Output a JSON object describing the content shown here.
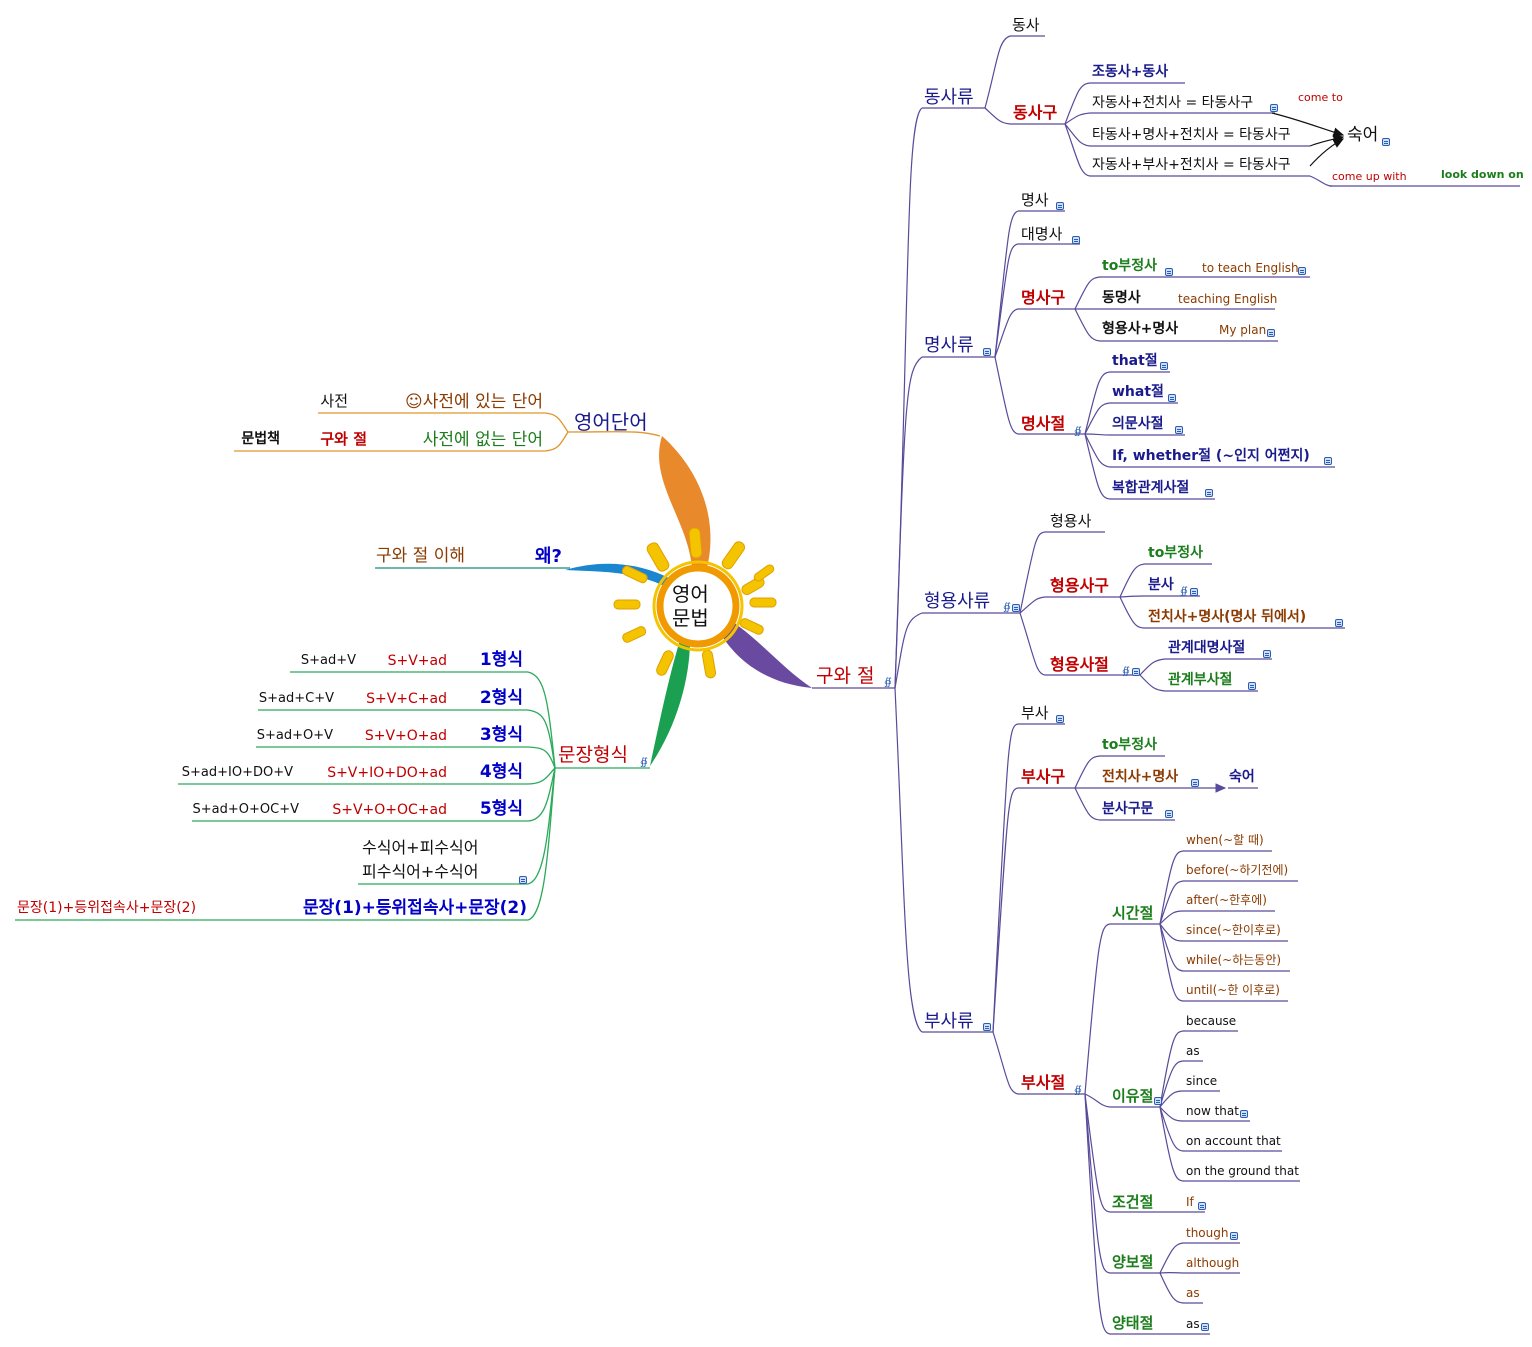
{
  "colors": {
    "navy": "#1a1a8c",
    "red": "#c00000",
    "green": "#1b7d1b",
    "brown": "#8b3a00",
    "black": "#111111",
    "blue": "#0000c8",
    "line_purple": "#5a4a9a",
    "line_orange": "#e0962a",
    "line_teal": "#1a8a7a",
    "line_green": "#2aaa5a",
    "petal_orange": "#e8892b",
    "petal_blue": "#1a86d0",
    "petal_purple": "#6a4aa0",
    "petal_green": "#1aa050",
    "sun_yellow": "#f5c400",
    "sun_orange": "#f09a00"
  },
  "center": {
    "line1": "영어",
    "line2": "문법"
  },
  "left": {
    "words": {
      "title": "영어단어",
      "in_dict": "☺사전에 있는 단어",
      "in_dict_leaf": "사전",
      "not_in_dict": "사전에 없는 단어",
      "phrase_clause": "구와 절",
      "grammar_book": "문법책"
    },
    "why": {
      "title": "왜?",
      "leaf": "구와 절 이해"
    },
    "forms": {
      "title": "문장형식",
      "items": [
        {
          "label": "1형식",
          "pattern": "S+V+ad",
          "alt": "S+ad+V"
        },
        {
          "label": "2형식",
          "pattern": "S+V+C+ad",
          "alt": "S+ad+C+V"
        },
        {
          "label": "3형식",
          "pattern": "S+V+O+ad",
          "alt": "S+ad+O+V"
        },
        {
          "label": "4형식",
          "pattern": "S+V+IO+DO+ad",
          "alt": "S+ad+IO+DO+V"
        },
        {
          "label": "5형식",
          "pattern": "S+V+O+OC+ad",
          "alt": "S+ad+O+OC+V"
        }
      ],
      "modifier1": "수식어+피수식어",
      "modifier2": "피수식어+수식어",
      "compound": "문장(1)+등위접속사+문장(2)",
      "compound_leaf": "문장(1)+등위접속사+문장(2)"
    }
  },
  "right": {
    "root": "구와 절",
    "verb": {
      "title": "동사류",
      "verb": "동사",
      "phrase": "동사구",
      "items": [
        "조동사+동사",
        "자동사+전치사 = 타동사구",
        "타동사+명사+전치사 = 타동사구",
        "자동사+부사+전치사 = 타동사구"
      ],
      "idiom": "숙어",
      "come_to": "come to",
      "come_up_with": "come up with",
      "look_down_on": "look down on"
    },
    "noun": {
      "title": "명사류",
      "noun": "명사",
      "pronoun": "대명사",
      "phrase": "명사구",
      "phrase_items": [
        {
          "label": "to부정사",
          "example": "to teach English"
        },
        {
          "label": "동명사",
          "example": "teaching English"
        },
        {
          "label": "형용사+명사",
          "example": "My plan"
        }
      ],
      "clause": "명사절",
      "clause_items": [
        "that절",
        "what절",
        "의문사절",
        "If, whether절 (~인지 어쩐지)",
        "복합관계사절"
      ]
    },
    "adj": {
      "title": "형용사류",
      "adj": "형용사",
      "phrase": "형용사구",
      "phrase_items": [
        "to부정사",
        "분사",
        "전치사+명사(명사 뒤에서)"
      ],
      "clause": "형용사절",
      "clause_items": [
        "관계대명사절",
        "관계부사절"
      ]
    },
    "adv": {
      "title": "부사류",
      "adv": "부사",
      "phrase": "부사구",
      "phrase_items": [
        "to부정사",
        "전치사+명사",
        "분사구문"
      ],
      "idiom": "숙어",
      "clause": "부사절",
      "time": {
        "title": "시간절",
        "items": [
          "when(~할 때)",
          "before(~하기전에)",
          "after(~한후에)",
          "since(~한이후로)",
          "while(~하는동안)",
          "until(~한 이후로)"
        ]
      },
      "reason": {
        "title": "이유절",
        "items": [
          "because",
          "as",
          "since",
          "now that",
          "on account that",
          "on the ground that"
        ]
      },
      "cond": {
        "title": "조건절",
        "items": [
          "If"
        ]
      },
      "concession": {
        "title": "양보절",
        "items": [
          "though",
          "although",
          "as"
        ]
      },
      "manner": {
        "title": "양태절",
        "items": [
          "as"
        ]
      }
    }
  }
}
